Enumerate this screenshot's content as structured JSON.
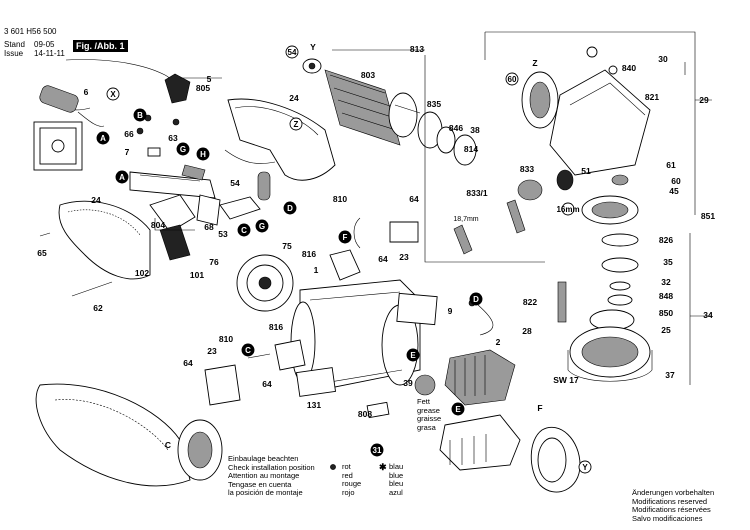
{
  "header": {
    "part_no": "3 601 H56 500",
    "stand_label": "Stand",
    "stand_value": "09-05",
    "issue_label": "Issue",
    "issue_value": "14-11-11",
    "figure_label": "Fig. /Abb. 1"
  },
  "part_labels": [
    "5",
    "805",
    "6",
    "B",
    "X",
    "A",
    "66",
    "63",
    "7",
    "G",
    "H",
    "54",
    "24",
    "A",
    "804",
    "68",
    "53",
    "C",
    "G",
    "D",
    "24",
    "65",
    "102",
    "101",
    "76",
    "62",
    "75",
    "1",
    "816",
    "64",
    "23",
    "810",
    "64",
    "F",
    "9",
    "D",
    "E",
    "810",
    "23",
    "816",
    "C",
    "64",
    "64",
    "131",
    "808",
    "39",
    "2",
    "E",
    "F",
    "31",
    "C",
    "54",
    "Y",
    "Y",
    "813",
    "803",
    "835",
    "846",
    "38",
    "814",
    "833",
    "833/1",
    "18,7mm",
    "16mm",
    "Z",
    "30",
    "840",
    "29",
    "821",
    "61",
    "60",
    "51",
    "45",
    "851",
    "826",
    "35",
    "32",
    "848",
    "850",
    "34",
    "822",
    "25",
    "28",
    "SW 17",
    "37",
    "60",
    "Z",
    "Y"
  ],
  "install_note": {
    "lines": [
      "Einbaulage beachten",
      "Check installation position",
      "Attention au montage",
      "Tengase en cuenta",
      "la posición de montaje"
    ]
  },
  "color_legend": {
    "red": [
      "rot",
      "red",
      "rouge",
      "rojo"
    ],
    "blue": [
      "blau",
      "blue",
      "bleu",
      "azul"
    ]
  },
  "grease_note": [
    "Fett",
    "grease",
    "graisse",
    "grasa"
  ],
  "reserved_note": [
    "Änderungen vorbehalten",
    "Modifications reserved",
    "Modifications réservées",
    "Salvo modificaciones"
  ],
  "colors": {
    "ink": "#000000",
    "paper": "#ffffff",
    "mid_grey": "#9a9a9a"
  }
}
